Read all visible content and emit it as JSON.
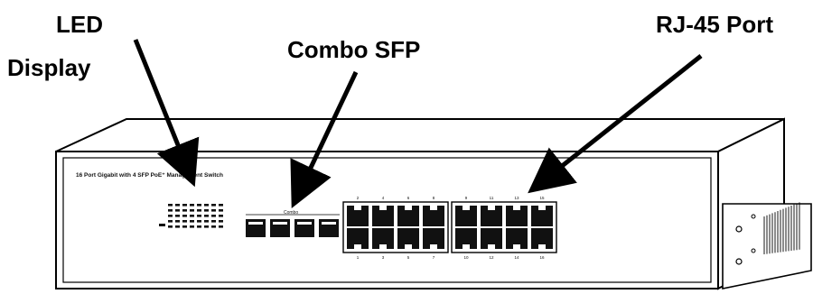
{
  "callouts": {
    "led_line1": "LED",
    "led_line2": "Display",
    "combo_sfp": "Combo SFP",
    "rj45": "RJ-45 Port"
  },
  "device": {
    "front_label": "16 Port Gigabit with 4 SFP PoE⁺ Management Switch",
    "combo_label": "Combo",
    "port_numbers_top_left": [
      "2",
      "4",
      "6",
      "8"
    ],
    "port_numbers_bottom_left": [
      "1",
      "3",
      "5",
      "7"
    ],
    "port_numbers_top_right": [
      "9",
      "11",
      "13",
      "15"
    ],
    "port_numbers_bottom_right": [
      "10",
      "12",
      "14",
      "16"
    ]
  },
  "colors": {
    "line": "#000000",
    "port": "#111111",
    "panel": "#ffffff"
  }
}
